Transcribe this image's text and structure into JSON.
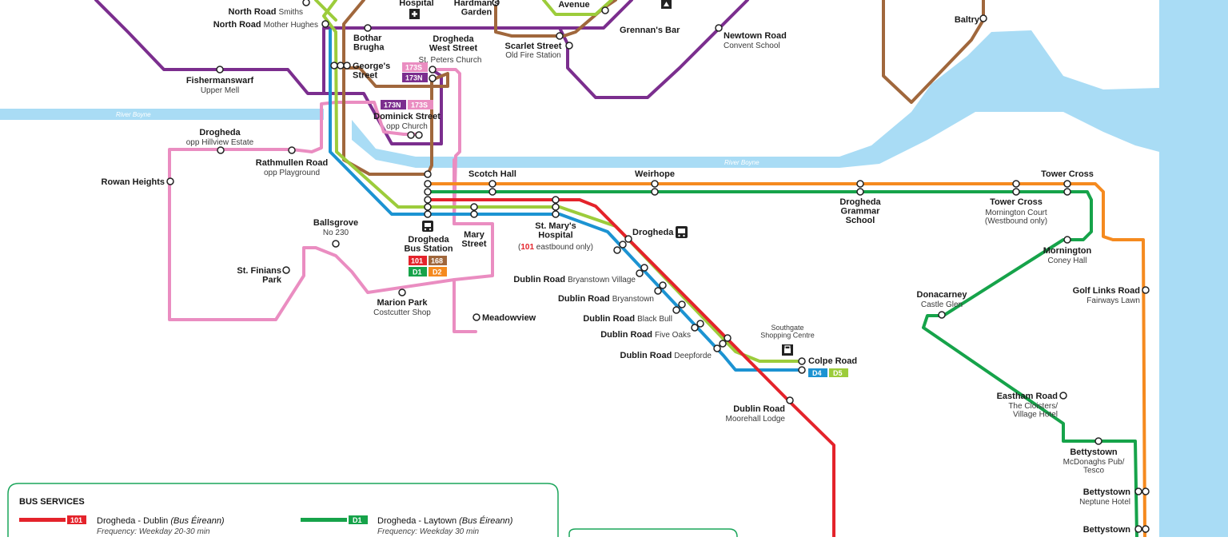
{
  "colors": {
    "r101": "#e4232b",
    "d1": "#16a34a",
    "d2": "#f58a1f",
    "d4": "#1c93d2",
    "d5": "#9ccc3b",
    "r168": "#a0673c",
    "r173n": "#7b2e8e",
    "r173s": "#ea8dc1",
    "water": "#a9dcf5",
    "legend_border": "#1aa55a"
  },
  "rivers": [
    "River Boyne",
    "River Boyne"
  ],
  "stops": {
    "north_road_smiths": {
      "name": "North Road",
      "sub": "Smiths"
    },
    "north_road_mother_hughes": {
      "name": "North Road",
      "sub": "Mother Hughes"
    },
    "hospital": "Hospital",
    "hardmans_garden": "Hardman's\nGarden",
    "avenue": "Avenue",
    "grennans_bar": "Grennan's Bar",
    "baltry": "Baltry",
    "bothar_brugha": "Bothar\nBrugha",
    "drogheda_west_street": {
      "name": "Drogheda\nWest Street",
      "sub": "St. Peters Church"
    },
    "scarlet_street": {
      "name": "Scarlet Street",
      "sub": "Old Fire Station"
    },
    "newtown_road": {
      "name": "Newtown Road",
      "sub": "Convent School"
    },
    "georges_street": "George's\nStreet",
    "fishermanswarf": {
      "name": "Fishermanswarf",
      "sub": "Upper Mell"
    },
    "dominick_street": {
      "name": "Dominick Street",
      "sub": "opp Church"
    },
    "drogheda_hillview": {
      "name": "Drogheda",
      "sub": "opp Hillview Estate"
    },
    "rathmullen_road": {
      "name": "Rathmullen Road",
      "sub": "opp Playground"
    },
    "rowan_heights": "Rowan Heights",
    "scotch_hall": "Scotch Hall",
    "weirhope": "Weirhope",
    "tower_cross": "Tower Cross",
    "drogheda_grammar": "Drogheda\nGrammar\nSchool",
    "tower_cross_mornington": {
      "name": "Tower Cross",
      "sub": "Mornington Court\n(Westbound only)"
    },
    "ballsgrove": {
      "name": "Ballsgrove",
      "sub": "No 230"
    },
    "st_finians_park": "St. Finians\nPark",
    "drogheda_bus_station": "Drogheda\nBus Station",
    "mary_street": "Mary\nStreet",
    "st_marys_hospital": {
      "name": "St. Mary's\nHospital",
      "note_route": "101",
      "note": " eastbound only)"
    },
    "drogheda_rail": "Drogheda",
    "mornington_coney": {
      "name": "Mornington",
      "sub": "Coney Hall"
    },
    "golf_links_road": {
      "name": "Golf Links Road",
      "sub": "Fairways Lawn"
    },
    "marion_park": {
      "name": "Marion Park",
      "sub": "Costcutter Shop"
    },
    "meadowview": "Meadowview",
    "dublin_road_bryanstown_village": {
      "name": "Dublin Road",
      "sub": "Bryanstown Village"
    },
    "dublin_road_bryanstown": {
      "name": "Dublin Road",
      "sub": "Bryanstown"
    },
    "dublin_road_black_bull": {
      "name": "Dublin Road",
      "sub": "Black Bull"
    },
    "dublin_road_five_oaks": {
      "name": "Dublin Road",
      "sub": "Five Oaks"
    },
    "dublin_road_deepforde": {
      "name": "Dublin Road",
      "sub": "Deepforde"
    },
    "donacarney": {
      "name": "Donacarney",
      "sub": "Castle Glen"
    },
    "southgate": "Southgate\nShopping Centre",
    "colpe_road": "Colpe Road",
    "dublin_road_moorehall": {
      "name": "Dublin Road",
      "sub": "Moorehall Lodge"
    },
    "eastham_road": {
      "name": "Eastham Road",
      "sub": "The Cloisters/\nVillage Hotel"
    },
    "bettystown_mcdonaghs": {
      "name": "Bettystown",
      "sub": "McDonaghs Pub/\nTesco"
    },
    "bettystown_neptune": {
      "name": "Bettystown",
      "sub": "Neptune Hotel"
    },
    "bettystown_3": {
      "name": "Bettystown",
      "sub": ""
    }
  },
  "badges": {
    "bus_station": [
      "101",
      "168",
      "D1",
      "D2"
    ],
    "dominick": [
      "173N",
      "173S"
    ],
    "west_street": [
      "173S",
      "173N"
    ],
    "colpe": [
      "D4",
      "D5"
    ]
  },
  "legend": {
    "title": "BUS SERVICES",
    "items": [
      {
        "code": "101",
        "title": "Drogheda - Dublin ",
        "operator": "(Bus Éireann)",
        "freq": "Frequency: Weekday 20-30 min"
      },
      {
        "code": "D1",
        "title": "Drogheda - Laytown ",
        "operator": "(Bus Éireann)",
        "freq": "Frequency: Weekday 30 min"
      }
    ]
  }
}
